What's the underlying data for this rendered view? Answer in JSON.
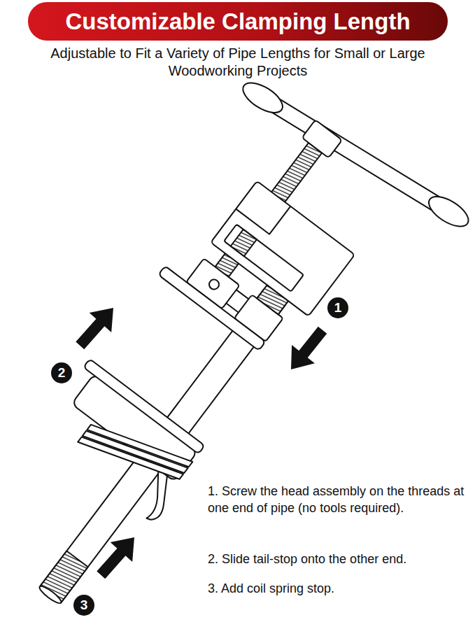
{
  "diagram": {
    "title": "Customizable Clamping Length",
    "nodes": [
      {
        "text": [
          "1"
        ]
      },
      {
        "text": [
          "2"
        ]
      },
      {
        "text": [
          "3"
        ]
      }
    ],
    "labels": [
      "Adjustable to Fit a Variety of Pipe Lengths for Small or Large Woodworking Projects",
      "1. Screw the head assembly on the threads at one end of pipe (no tools required).",
      "2. Slide tail-stop onto the other end.",
      "3. Add coil spring stop."
    ]
  }
}
